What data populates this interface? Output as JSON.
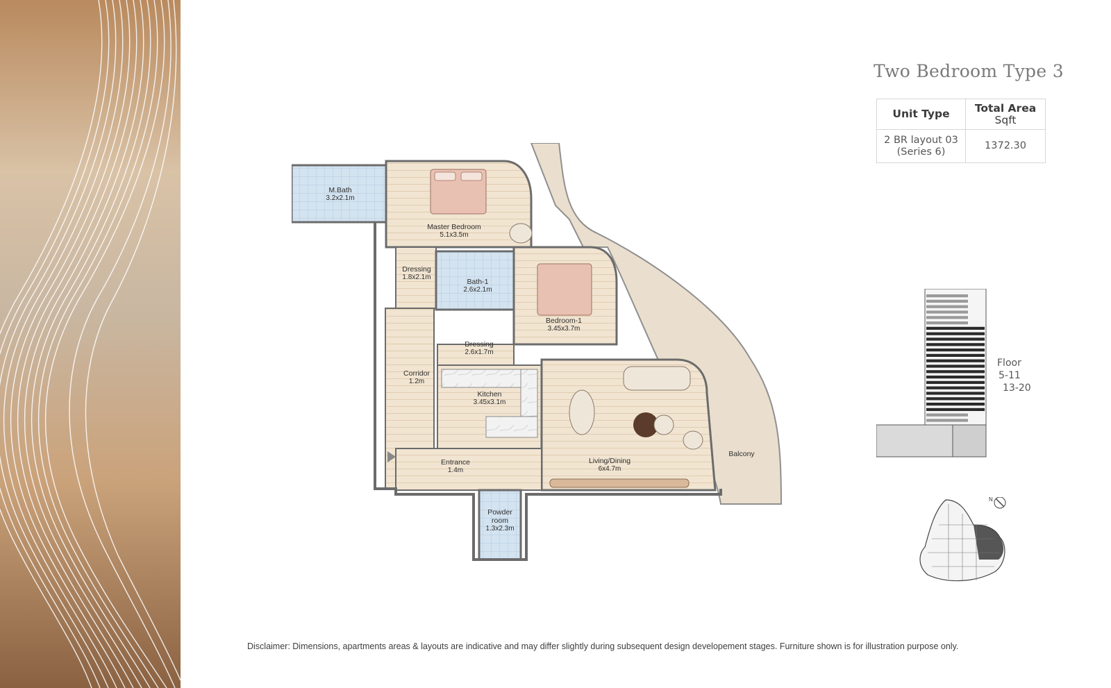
{
  "title": "Two Bedroom Type 3",
  "spec_table": {
    "headers": {
      "unit_type": "Unit Type",
      "total_area": "Total Area",
      "area_unit": "Sqft"
    },
    "row": {
      "layout": "2 BR layout 03",
      "series": "(Series 6)",
      "area": "1372.30"
    }
  },
  "rooms": {
    "master_bath": {
      "name": "M.Bath",
      "dim": "3.2x2.1m"
    },
    "master_bedroom": {
      "name": "Master Bedroom",
      "dim": "5.1x3.5m"
    },
    "dressing_1": {
      "name": "Dressing",
      "dim": "1.8x2.1m"
    },
    "bath_1": {
      "name": "Bath-1",
      "dim": "2.6x2.1m"
    },
    "bedroom_1": {
      "name": "Bedroom-1",
      "dim": "3.45x3.7m"
    },
    "dressing_2": {
      "name": "Dressing",
      "dim": "2.6x1.7m"
    },
    "corridor": {
      "name": "Corridor",
      "dim": "1.2m"
    },
    "kitchen": {
      "name": "Kitchen",
      "dim": "3.45x3.1m"
    },
    "entrance": {
      "name": "Entrance",
      "dim": "1.4m"
    },
    "living_dining": {
      "name": "Living/Dining",
      "dim": "6x4.7m"
    },
    "balcony": {
      "name": "Balcony"
    },
    "powder_room": {
      "name_line1": "Powder",
      "name_line2": "room",
      "dim": "1.3x2.3m"
    }
  },
  "floor": {
    "label": "Floor",
    "range_1": "5-11",
    "range_2": "13-20"
  },
  "compass": {
    "north": "N"
  },
  "disclaimer": "Disclaimer: Dimensions, apartments areas & layouts are indicative and may differ slightly during subsequent design developement stages. Furniture shown is for illustration purpose only.",
  "colors": {
    "floor_wood": "#efe2cf",
    "tile_blue": "#cfe0ee",
    "balcony": "#e9ddcc",
    "wall": "#6b6b6b",
    "accent_gold": "#b8925c"
  }
}
